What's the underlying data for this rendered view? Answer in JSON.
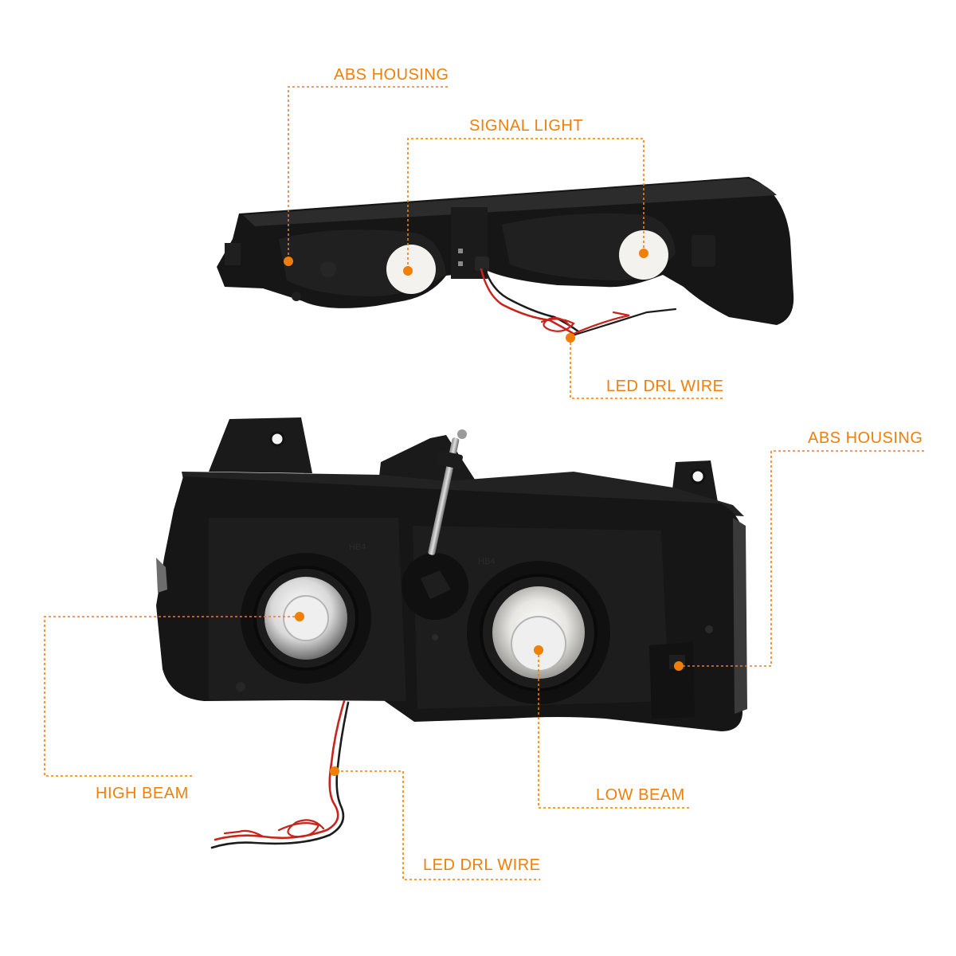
{
  "colors": {
    "accent": "#f07f09",
    "body_black": "#161616",
    "lens_white": "#f4f2ee",
    "wire_red": "#c8241c"
  },
  "labels": {
    "top_abs_housing": "ABS HOUSING",
    "signal_light": "SIGNAL LIGHT",
    "top_led_drl_wire": "LED DRL WIRE",
    "bottom_abs_housing": "ABS HOUSING",
    "high_beam": "HIGH BEAM",
    "low_beam": "LOW BEAM",
    "bottom_led_drl_wire": "LED DRL WIRE"
  },
  "part_markings": {
    "high_beam_code": "HB4",
    "low_beam_code": "HB4"
  }
}
